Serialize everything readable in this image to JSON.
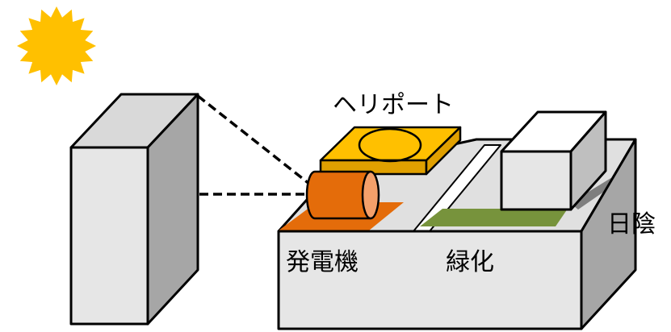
{
  "labels": {
    "heliport": "ヘリポート",
    "generator": "発電機",
    "greening": "緑化",
    "shade": "日陰"
  },
  "colors": {
    "sun": "#FFC000",
    "heliport_pad": "#FFC000",
    "heliport_pad_side": "#E0A000",
    "generator_body": "#E46C0A",
    "generator_end": "#F4A06A",
    "generator_base": "#E46C0A",
    "green_roof": "#77933C",
    "shade": "#7F7F7F",
    "building_front": "#E6E6E6",
    "building_side": "#A6A6A6",
    "building_top": "#D9D9D9",
    "roof_surface": "#E0E0E0",
    "annex_front": "#E6E6E6",
    "annex_side": "#BFBFBF",
    "annex_top": "#FFFFFF",
    "outline": "#000000"
  },
  "icons": {
    "sun": "sun-icon"
  }
}
